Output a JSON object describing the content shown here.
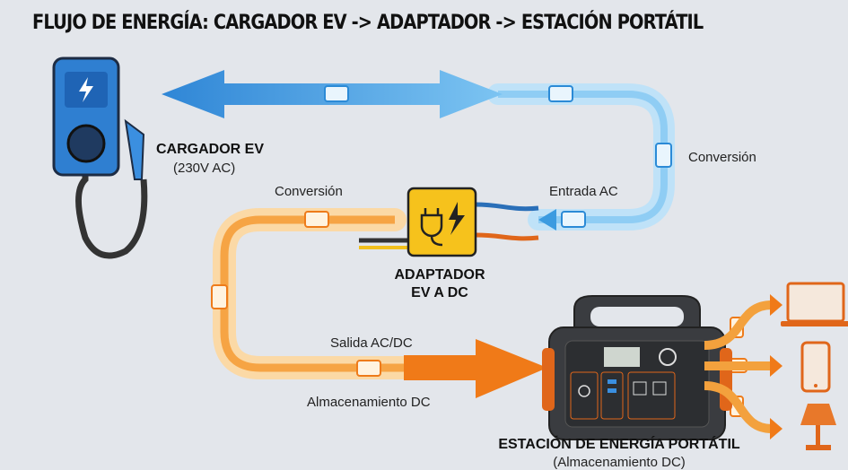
{
  "title": "FLUJO DE ENERGÍA: CARGADOR EV -> ADAPTADOR -> ESTACIÓN PORTÁTIL",
  "labels": {
    "charger_name": "CARGADOR EV",
    "charger_spec": "(230V AC)",
    "conversion_blue": "Conversión",
    "input_ac": "Entrada AC",
    "conversion_orange": "Conversión",
    "adapter_line1": "ADAPTADOR",
    "adapter_line2": "EV A DC",
    "output_acdc": "Salida AC/DC",
    "storage_dc": "Almacenamiento DC",
    "station_name": "ESTACIÓN DE ENERGÍA PORTÁTIL",
    "station_sub": "(Almacenamiento DC)"
  },
  "colors": {
    "background": "#e3e6eb",
    "blue_flow": "#3b9be0",
    "orange_flow": "#f28a22",
    "adapter_yellow": "#f6c21c",
    "station_body": "#3a3c40",
    "device_orange": "#e8782a"
  },
  "icons": [
    "ev-charger-icon",
    "battery-bolt-icon",
    "plug-adapter-icon",
    "power-station-icon",
    "laptop-icon",
    "phone-icon",
    "lamp-icon"
  ]
}
